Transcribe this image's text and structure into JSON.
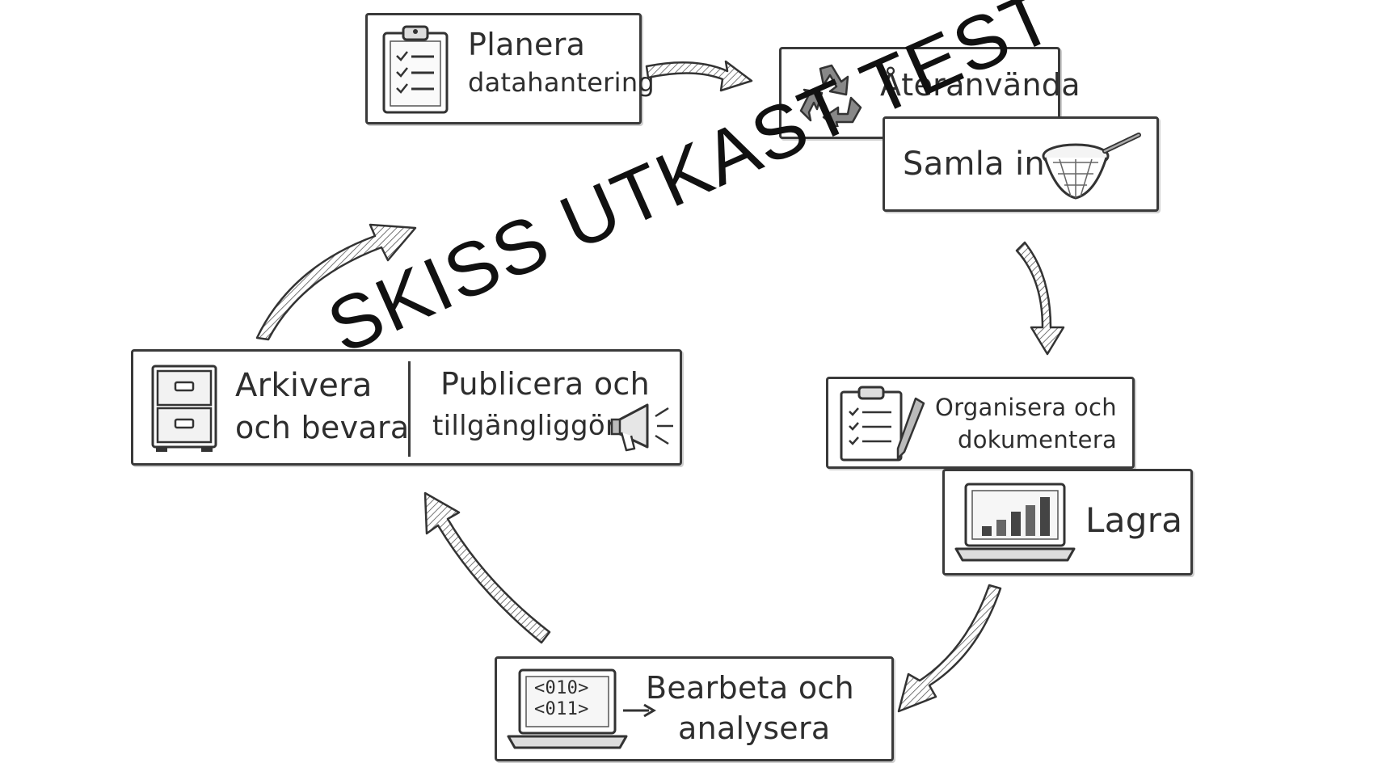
{
  "watermark": "SKISS UTKAST TEST",
  "nodes": {
    "plan": {
      "line1": "Planera",
      "line2": "datahantering",
      "icon": "clipboard-checklist-icon"
    },
    "reuse": {
      "label": "Återanvända",
      "icon": "recycle-icon"
    },
    "collect": {
      "label": "Samla in",
      "icon": "net-icon"
    },
    "organize": {
      "line1": "Organisera och",
      "line2": "dokumentera",
      "icon": "clipboard-pencil-icon"
    },
    "store": {
      "label": "Lagra",
      "icon": "laptop-chart-icon"
    },
    "process": {
      "line1": "Bearbeta och",
      "line2": "analysera",
      "icon": "laptop-code-icon",
      "code1": "<010>",
      "code2": "<011>"
    },
    "archive": {
      "line1": "Arkivera",
      "line2": "och bevara",
      "icon": "filing-cabinet-icon"
    },
    "publish": {
      "line1": "Publicera och",
      "line2": "tillgängliggöra",
      "icon": "megaphone-icon"
    }
  },
  "colors": {
    "ink": "#3a3a3a",
    "paper": "#ffffff"
  }
}
